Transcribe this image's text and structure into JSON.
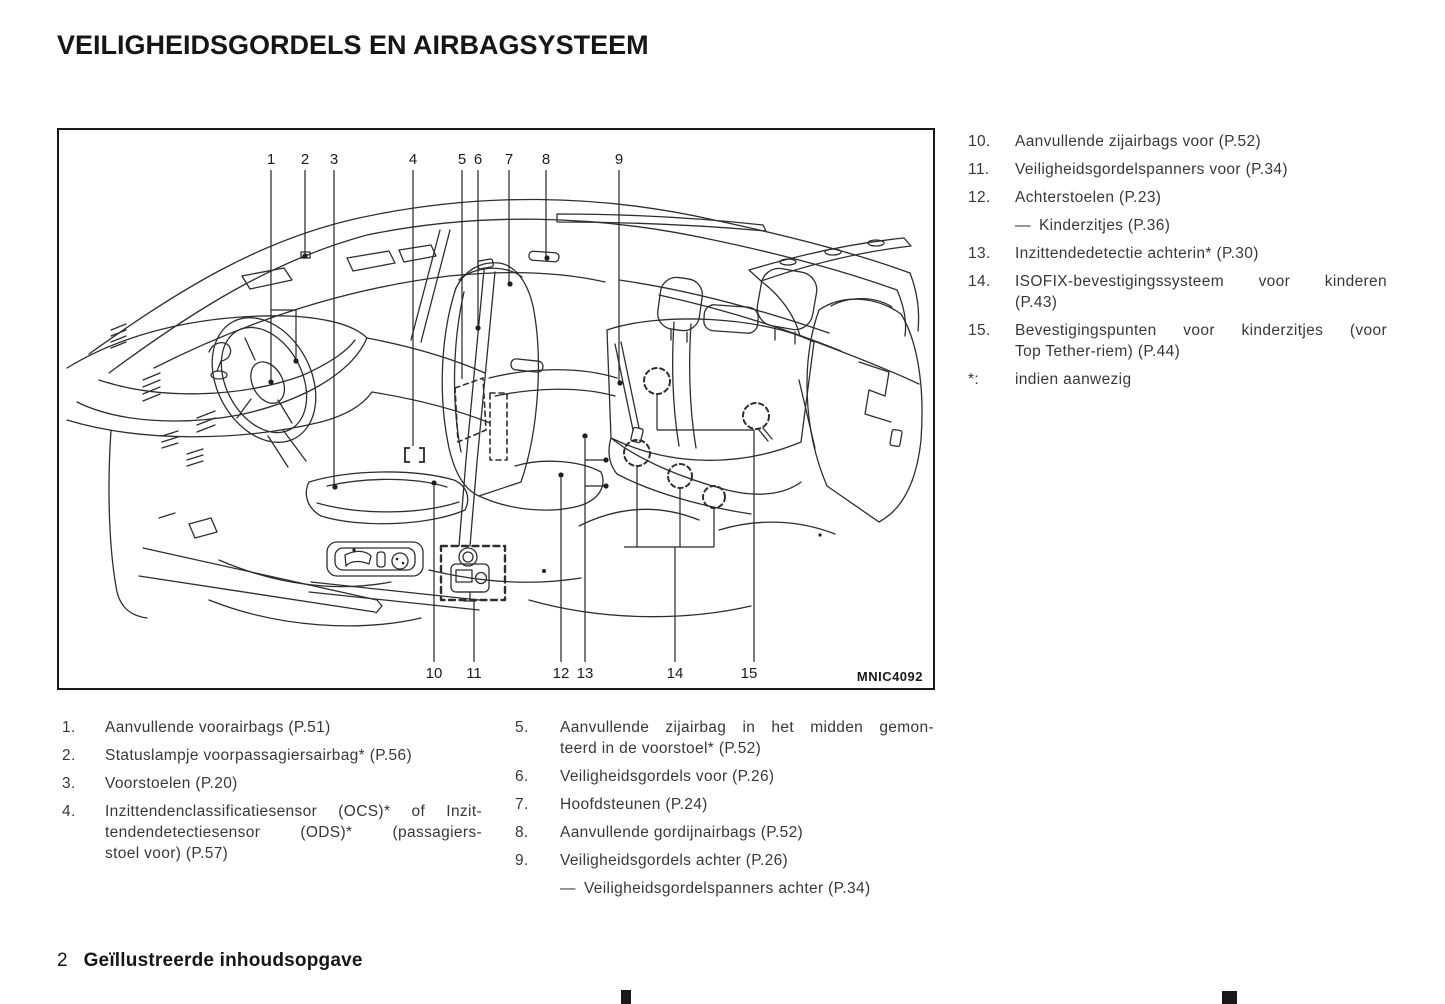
{
  "title": "VEILIGHEIDSGORDELS EN AIRBAGSYSTEEM",
  "figure": {
    "code": "MNIC4092",
    "top_callouts": [
      "1",
      "2",
      "3",
      "4",
      "5",
      "6",
      "7",
      "8",
      "9"
    ],
    "bottom_callouts": [
      "10",
      "11",
      "12",
      "13",
      "14",
      "15"
    ]
  },
  "legend": {
    "right": [
      {
        "num": "10.",
        "lines": [
          "Aanvullende zijairbags voor (P.52)"
        ]
      },
      {
        "num": "11.",
        "lines": [
          "Veiligheidsgordelspanners voor (P.34)"
        ]
      },
      {
        "num": "12.",
        "lines": [
          "Achterstoelen (P.23)"
        ]
      },
      {
        "num": "",
        "sub": true,
        "lines": [
          "— Kinderzitjes (P.36)"
        ]
      },
      {
        "num": "13.",
        "lines": [
          "Inzittendedetectie achterin* (P.30)"
        ]
      },
      {
        "num": "14.",
        "lines": [
          "ISOFIX-bevestigingssysteem voor kinderen",
          "(P.43)"
        ]
      },
      {
        "num": "15.",
        "lines": [
          "Bevestigingspunten voor kinderzitjes (voor",
          "Top Tether-riem) (P.44)"
        ]
      },
      {
        "num": "*:",
        "lines": [
          "indien aanwezig"
        ]
      }
    ],
    "left": [
      {
        "num": "1.",
        "lines": [
          "Aanvullende voorairbags (P.51)"
        ]
      },
      {
        "num": "2.",
        "lines": [
          "Statuslampje voorpassagiersairbag* (P.56)"
        ]
      },
      {
        "num": "3.",
        "lines": [
          "Voorstoelen (P.20)"
        ]
      },
      {
        "num": "4.",
        "lines": [
          "Inzittendenclassificatiesensor (OCS)* of Inzit-",
          "tendendetectiesensor (ODS)* (passagiers-",
          "stoel voor) (P.57)"
        ]
      }
    ],
    "middle": [
      {
        "num": "5.",
        "lines": [
          "Aanvullende zijairbag in het midden gemon-",
          "teerd in de voorstoel* (P.52)"
        ]
      },
      {
        "num": "6.",
        "lines": [
          "Veiligheidsgordels voor (P.26)"
        ]
      },
      {
        "num": "7.",
        "lines": [
          "Hoofdsteunen (P.24)"
        ]
      },
      {
        "num": "8.",
        "lines": [
          "Aanvullende gordijnairbags (P.52)"
        ]
      },
      {
        "num": "9.",
        "lines": [
          "Veiligheidsgordels achter (P.26)"
        ]
      },
      {
        "num": "",
        "sub": true,
        "lines": [
          "— Veiligheidsgordelspanners achter (P.34)"
        ]
      }
    ]
  },
  "footer": {
    "page_number": "2",
    "section_title": "Geïllustreerde inhoudsopgave"
  }
}
